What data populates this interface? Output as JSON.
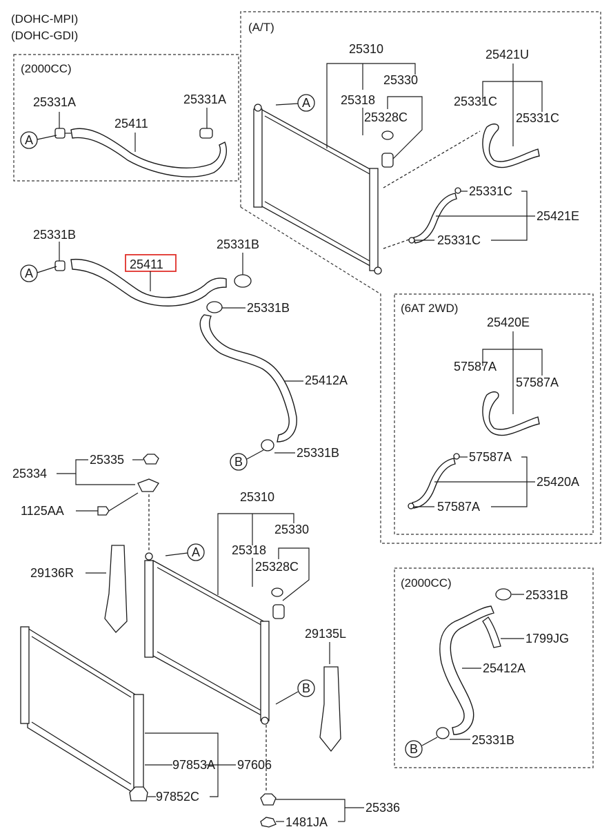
{
  "headers": {
    "engine_mpi": "(DOHC-MPI)",
    "engine_gdi": "(DOHC-GDI)",
    "box_2000cc_top": "(2000CC)",
    "box_at": "(A/T)",
    "box_6at": "(6AT 2WD)",
    "box_2000cc_bottom": "(2000CC)"
  },
  "callouts": {
    "a": "A",
    "b": "B"
  },
  "highlight_color": "#e0302a",
  "labels": {
    "l_25331a_1": "25331A",
    "l_25331a_2": "25331A",
    "l_25411_top": "25411",
    "l_25331b_1": "25331B",
    "l_25411_sel": "25411",
    "l_25331b_2": "25331B",
    "l_25331b_3": "25331B",
    "l_25412a": "25412A",
    "l_25331b_4": "25331B",
    "l_25310_top": "25310",
    "l_25330_top": "25330",
    "l_25318_top": "25318",
    "l_25328c_top": "25328C",
    "l_25421u": "25421U",
    "l_25331c_1": "25331C",
    "l_25331c_2": "25331C",
    "l_25331c_3": "25331C",
    "l_25421e": "25421E",
    "l_25331c_4": "25331C",
    "l_25420e": "25420E",
    "l_57587a_1": "57587A",
    "l_57587a_2": "57587A",
    "l_57587a_3": "57587A",
    "l_25420a": "25420A",
    "l_57587a_4": "57587A",
    "l_25335": "25335",
    "l_25334": "25334",
    "l_1125aa": "1125AA",
    "l_29136r": "29136R",
    "l_25310_bot": "25310",
    "l_25330_bot": "25330",
    "l_25318_bot": "25318",
    "l_25328c_bot": "25328C",
    "l_29135l": "29135L",
    "l_97853a": "97853A",
    "l_97606": "97606",
    "l_97852c": "97852C",
    "l_25336": "25336",
    "l_1481ja": "1481JA",
    "l_25331b_5": "25331B",
    "l_1799jg": "1799JG",
    "l_25412a_2": "25412A",
    "l_25331b_6": "25331B"
  }
}
